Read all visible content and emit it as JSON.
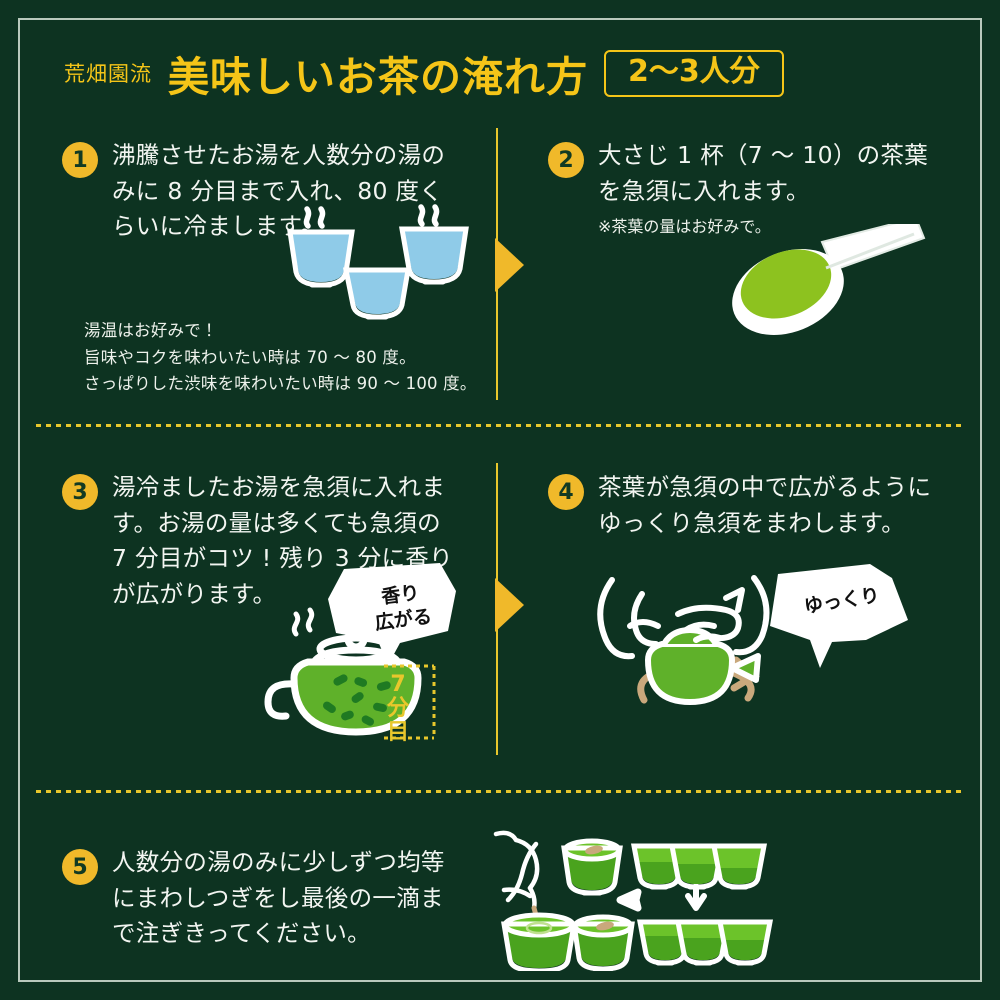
{
  "colors": {
    "background": "#0d3321",
    "accent_yellow": "#f5c518",
    "number_circle": "#f0b92a",
    "text_white": "#f2f5f1",
    "tea_green": "#5fb12a",
    "tea_green_bright": "#8dc21f",
    "water_blue": "#8fcbe8",
    "arrow_tan": "#c9a87c",
    "frame_border": "#b9c9bd"
  },
  "header": {
    "brand": "荒畑園流",
    "title": "美味しいお茶の淹れ方",
    "serving_badge": "2〜3人分"
  },
  "steps": [
    {
      "number": "1",
      "text": "沸騰させたお湯を人数分の湯のみに 8 分目まで入れ、80 度くらいに冷まします。",
      "illustration": "three-teacups-with-steam"
    },
    {
      "number": "2",
      "text": "大さじ 1 杯（7 〜 10）の茶葉を急須に入れます。",
      "subnote": "※茶葉の量はお好みで。",
      "illustration": "spoon-with-tea-leaves"
    },
    {
      "number": "3",
      "text": "湯冷ましたお湯を急須に入れます。お湯の量は多くても急須の 7 分目がコツ ! 残り 3 分に香りが広がります。",
      "illustration": "teapot-with-fill-level",
      "bubble": "香り\n広がる",
      "bubble_lines": [
        "香り",
        "広がる"
      ],
      "fill_label_lines": [
        "7",
        "分",
        "目"
      ]
    },
    {
      "number": "4",
      "text": "茶葉が急須の中で広がるようにゆっくり急須をまわします。",
      "illustration": "hands-rotating-teapot",
      "bubble": "ゆっくり",
      "bubble_lines": [
        "ゆっくり"
      ]
    },
    {
      "number": "5",
      "text": "人数分の湯のみに少しずつ均等にまわしつぎをし最後の一滴まで注ぎきってください。",
      "illustration": "pouring-into-cups-grid"
    }
  ],
  "notes": {
    "step1_note_lines": [
      "湯温はお好みで！",
      "旨味やコクを味わいたい時は 70 〜 80 度。",
      "さっぱりした渋味を味わいたい時は 90 〜 100 度。"
    ]
  }
}
